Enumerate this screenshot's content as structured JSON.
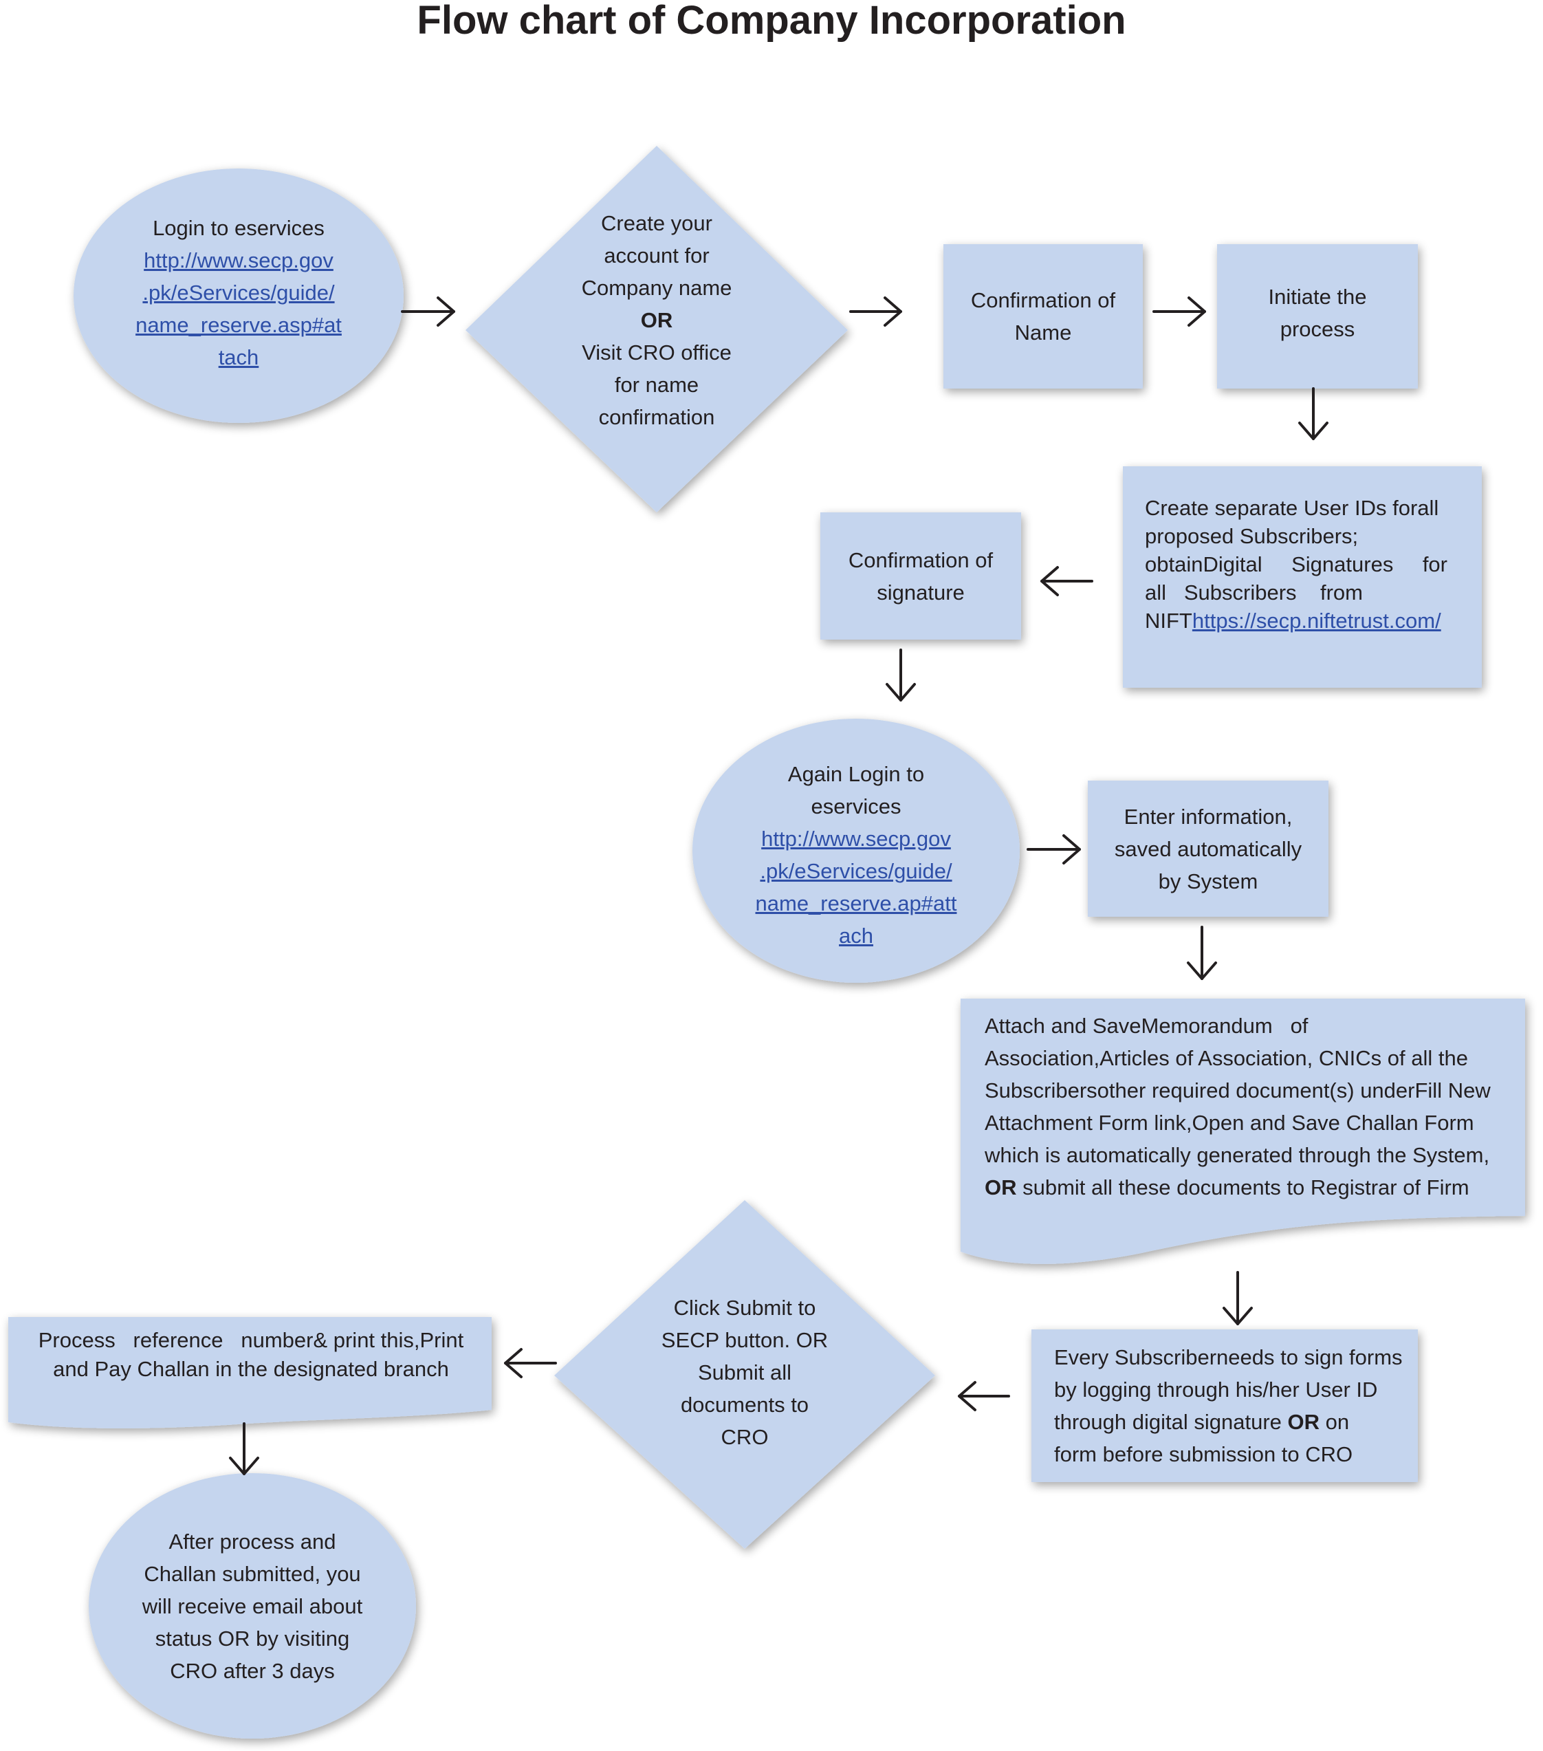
{
  "title": "Flow chart of Company Incorporation",
  "colors": {
    "node_fill": "#c5d5ee",
    "text": "#231f20",
    "link": "#2e4fa8",
    "arrow": "#231f20"
  },
  "nodes": {
    "login": {
      "line1": "Login to eservices",
      "link": [
        "http://www.secp.gov",
        ".pk/eServices/guide/",
        "name_reserve.asp#at",
        "tach"
      ]
    },
    "create_account": {
      "lines_a": [
        "Create your",
        "account for",
        "Company name"
      ],
      "or": "OR",
      "lines_b": [
        "Visit CRO office",
        "for name",
        "confirmation"
      ]
    },
    "confirm_name": {
      "lines": [
        "Confirmation of",
        "Name"
      ]
    },
    "initiate": {
      "lines": [
        "Initiate the",
        "process"
      ]
    },
    "user_ids": {
      "line1": "Create separate User IDs forall",
      "line2": "proposed Subscribers;",
      "line3": "obtainDigital   Signatures    for",
      "line4": "all   Subscribers    from",
      "line5_prefix": "NIFT",
      "line5_link": "https://secp.niftetrust.com/"
    },
    "confirm_signature": {
      "lines": [
        "Confirmation of",
        "signature"
      ]
    },
    "again_login": {
      "lines": [
        "Again Login to",
        "eservices"
      ],
      "link": [
        "http://www.secp.gov",
        ".pk/eServices/guide/",
        "name_reserve.ap#att",
        "ach"
      ]
    },
    "enter_info": {
      "lines": [
        "Enter information,",
        "saved automatically",
        "by System"
      ]
    },
    "attach": {
      "lines": [
        "Attach and SaveMemorandum   of",
        "Association,Articles of Association, CNICs of all the",
        "Subscribersother required document(s) underFill New",
        "Attachment Form link,Open and Save Challan Form",
        "which is automatically generated through the System,"
      ],
      "last_or": "OR",
      "last_rest": " submit all these documents to Registrar of Firm"
    },
    "every_subscriber": {
      "line1": "Every Subscriberneeds to sign forms",
      "line2": "by logging through his/her User ID",
      "line3_prefix": "through digital signature ",
      "line3_or": "OR",
      "line3_suffix": " on",
      "line4": "form before submission to CRO"
    },
    "click_submit": {
      "lines": [
        "Click Submit to",
        "SECP button. OR",
        "Submit all",
        "documents to",
        "CRO"
      ]
    },
    "process_ref": {
      "line1": "Process   reference   number& print this,Print",
      "line2": "and Pay Challan in the designated branch"
    },
    "after_process": {
      "lines": [
        "After process and",
        "Challan submitted, you",
        "will receive email about",
        "status OR by visiting",
        "CRO after 3 days"
      ]
    }
  }
}
